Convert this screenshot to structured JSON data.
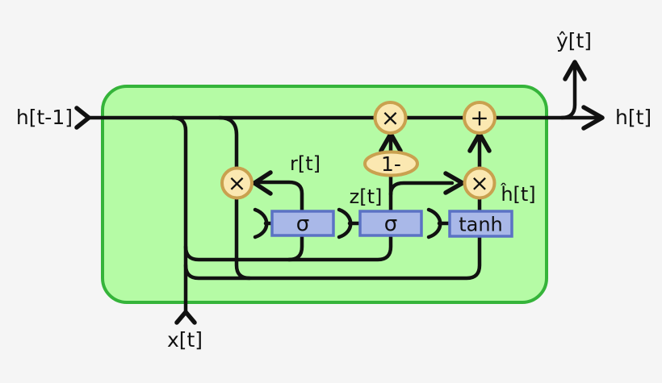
{
  "labels": {
    "prev_hidden": "h[t-1]",
    "hidden_out": "h[t]",
    "output": "ŷ[t]",
    "input": "x[t]",
    "reset": "r[t]",
    "update": "z[t]",
    "candidate": "ĥ[t]"
  },
  "nodes": {
    "sigma_r": "σ",
    "sigma_z": "σ",
    "tanh": "tanh",
    "one_minus": "1-",
    "multiply": "×",
    "add": "+"
  },
  "colors": {
    "background": "#f5f5f5",
    "cell_fill": "#b5fba5",
    "cell_border": "#35b43a",
    "operator_fill": "#fbe8b1",
    "operator_border": "#c9a14f",
    "gate_fill": "#a9b8e8",
    "gate_border": "#5b72c4",
    "wire": "#111111"
  }
}
